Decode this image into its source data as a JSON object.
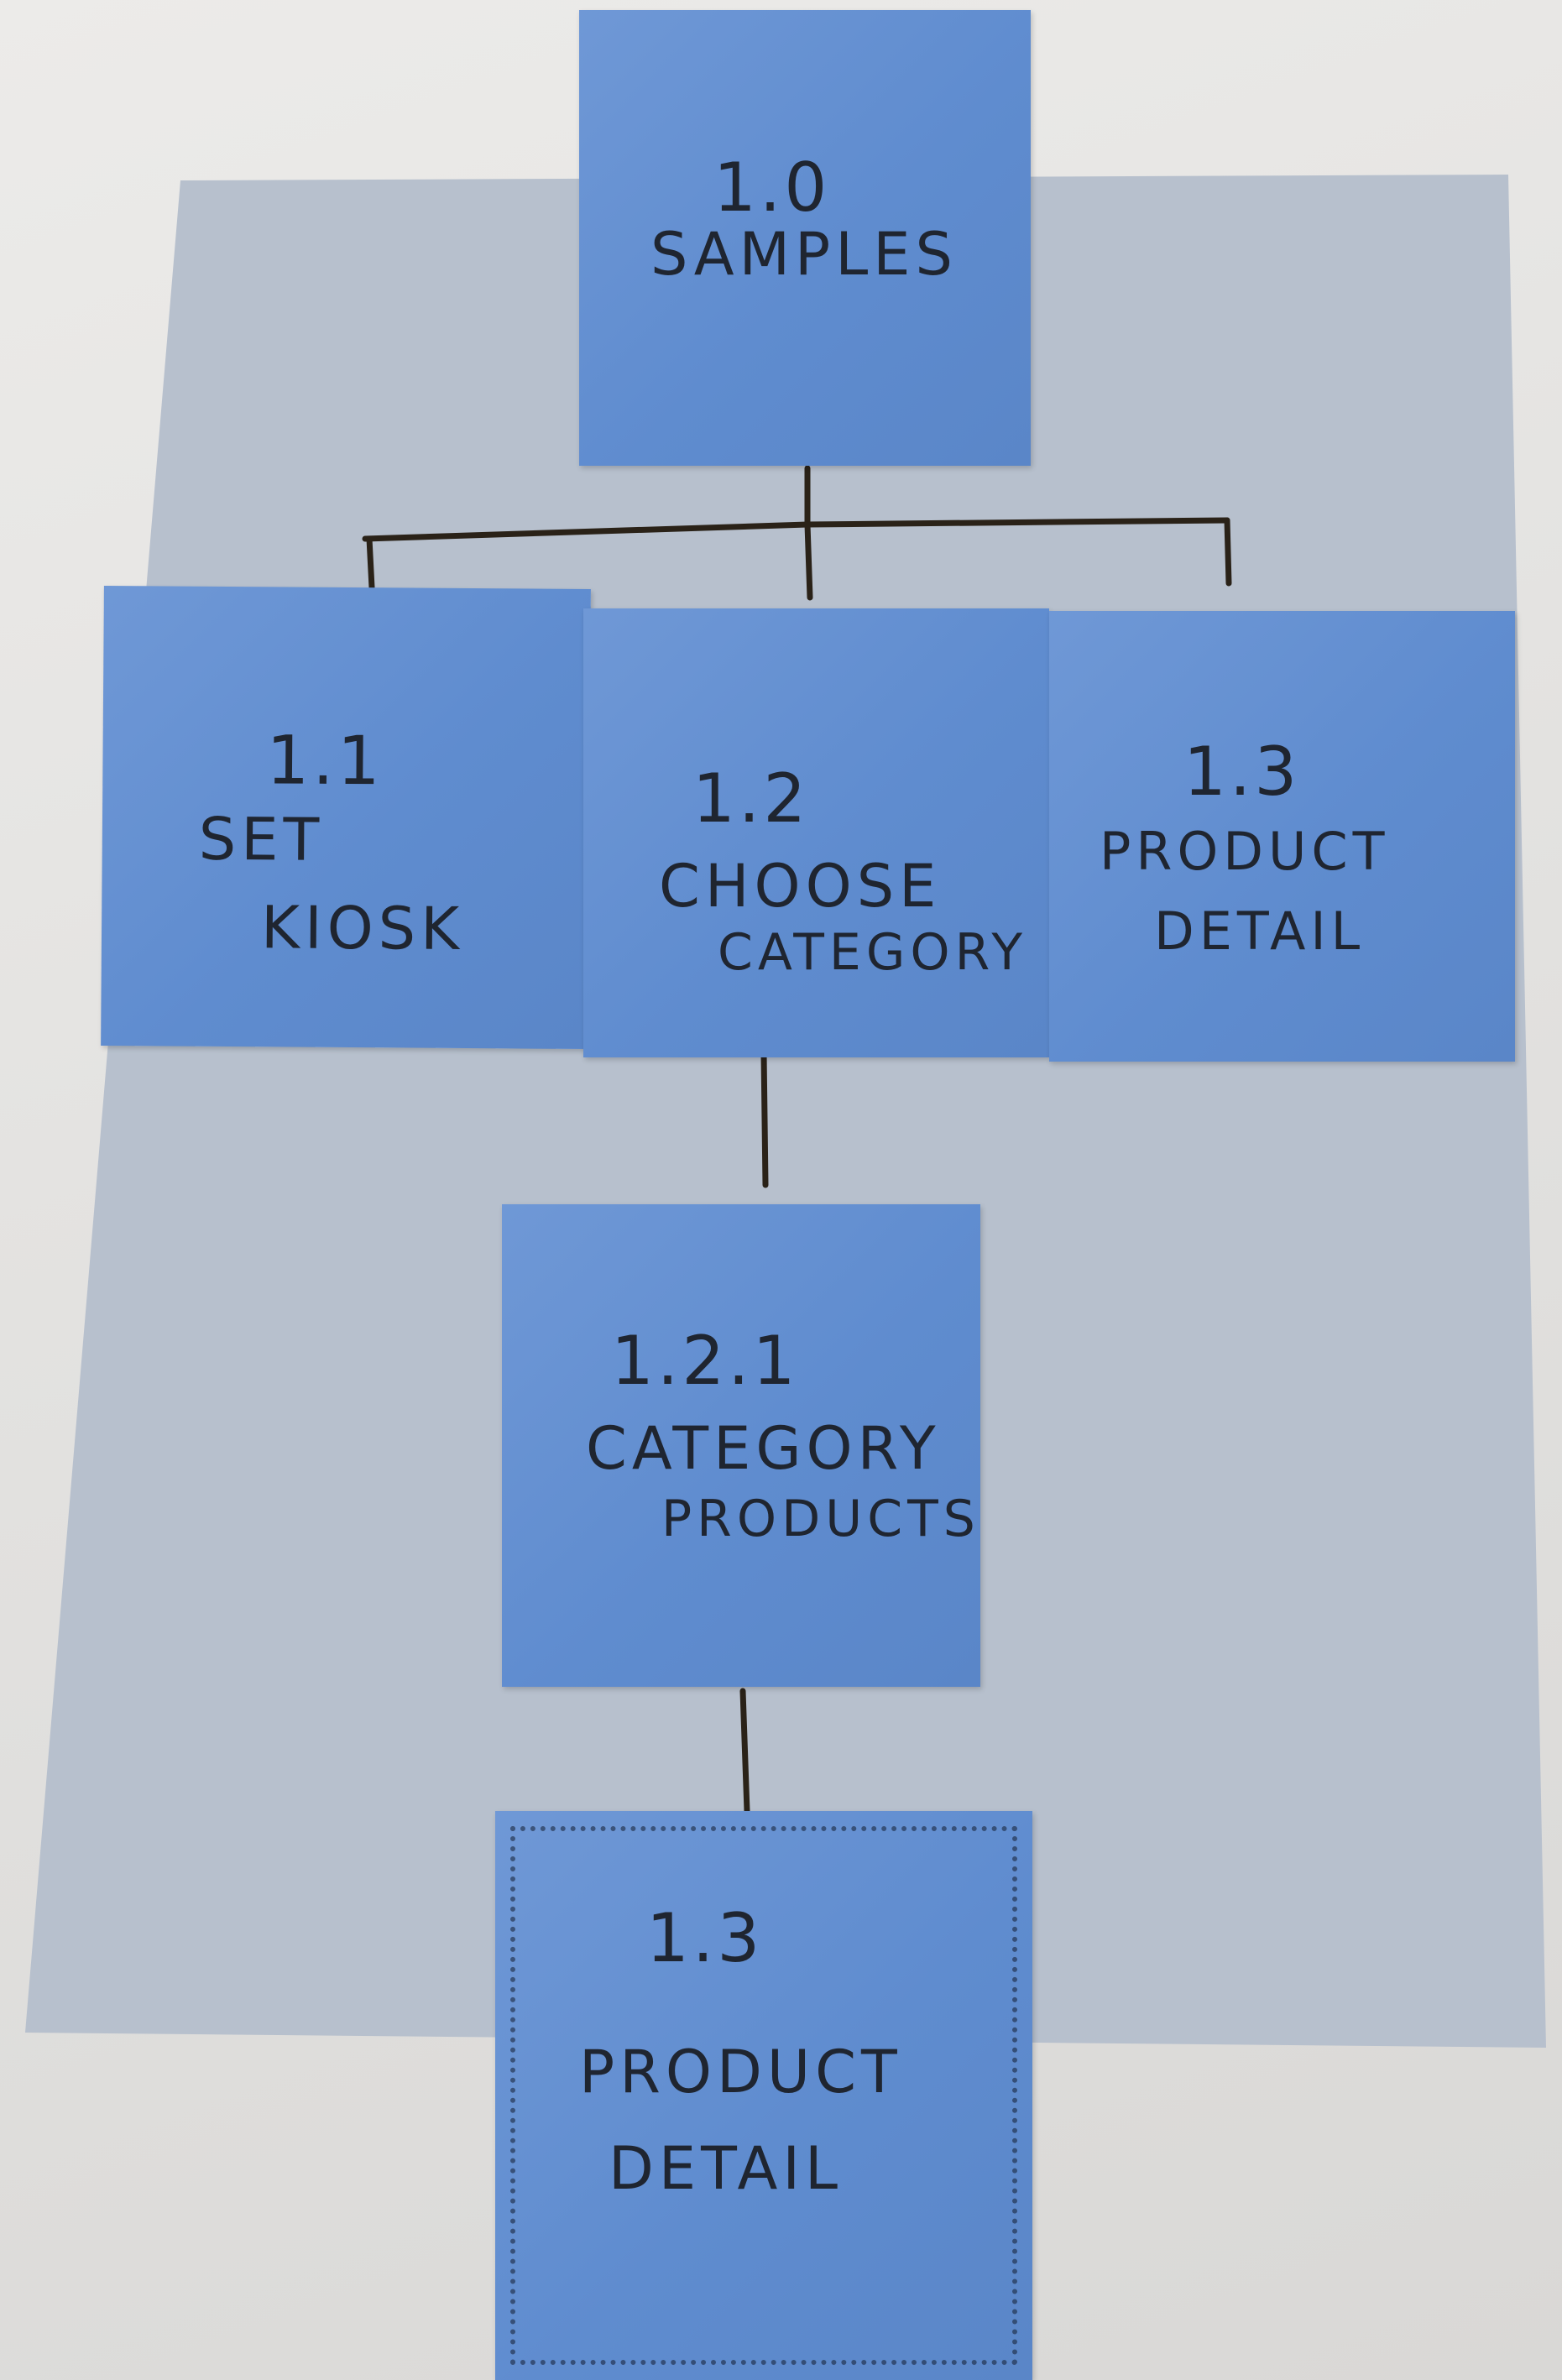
{
  "notes": {
    "root": {
      "number": "1.0",
      "lines": [
        "SAMPLES"
      ]
    },
    "set_kiosk": {
      "number": "1.1",
      "lines": [
        "SET",
        "KIOSK"
      ]
    },
    "choose_category": {
      "number": "1.2",
      "lines": [
        "CHOOSE",
        "CATEGORY"
      ]
    },
    "product_detail_top": {
      "number": "1.3",
      "lines": [
        "PRODUCT",
        "DETAIL"
      ]
    },
    "category_products": {
      "number": "1.2.1",
      "lines": [
        "CATEGORY",
        "PRODUCTS"
      ]
    },
    "product_detail_bottom": {
      "number": "1.3",
      "lines": [
        "PRODUCT",
        "DETAIL"
      ]
    }
  },
  "colors": {
    "sticky_note": "#5f8ccf",
    "background_paper": "#b7c0cd",
    "table": "#e4e3e1",
    "ink": "#1f2530"
  }
}
